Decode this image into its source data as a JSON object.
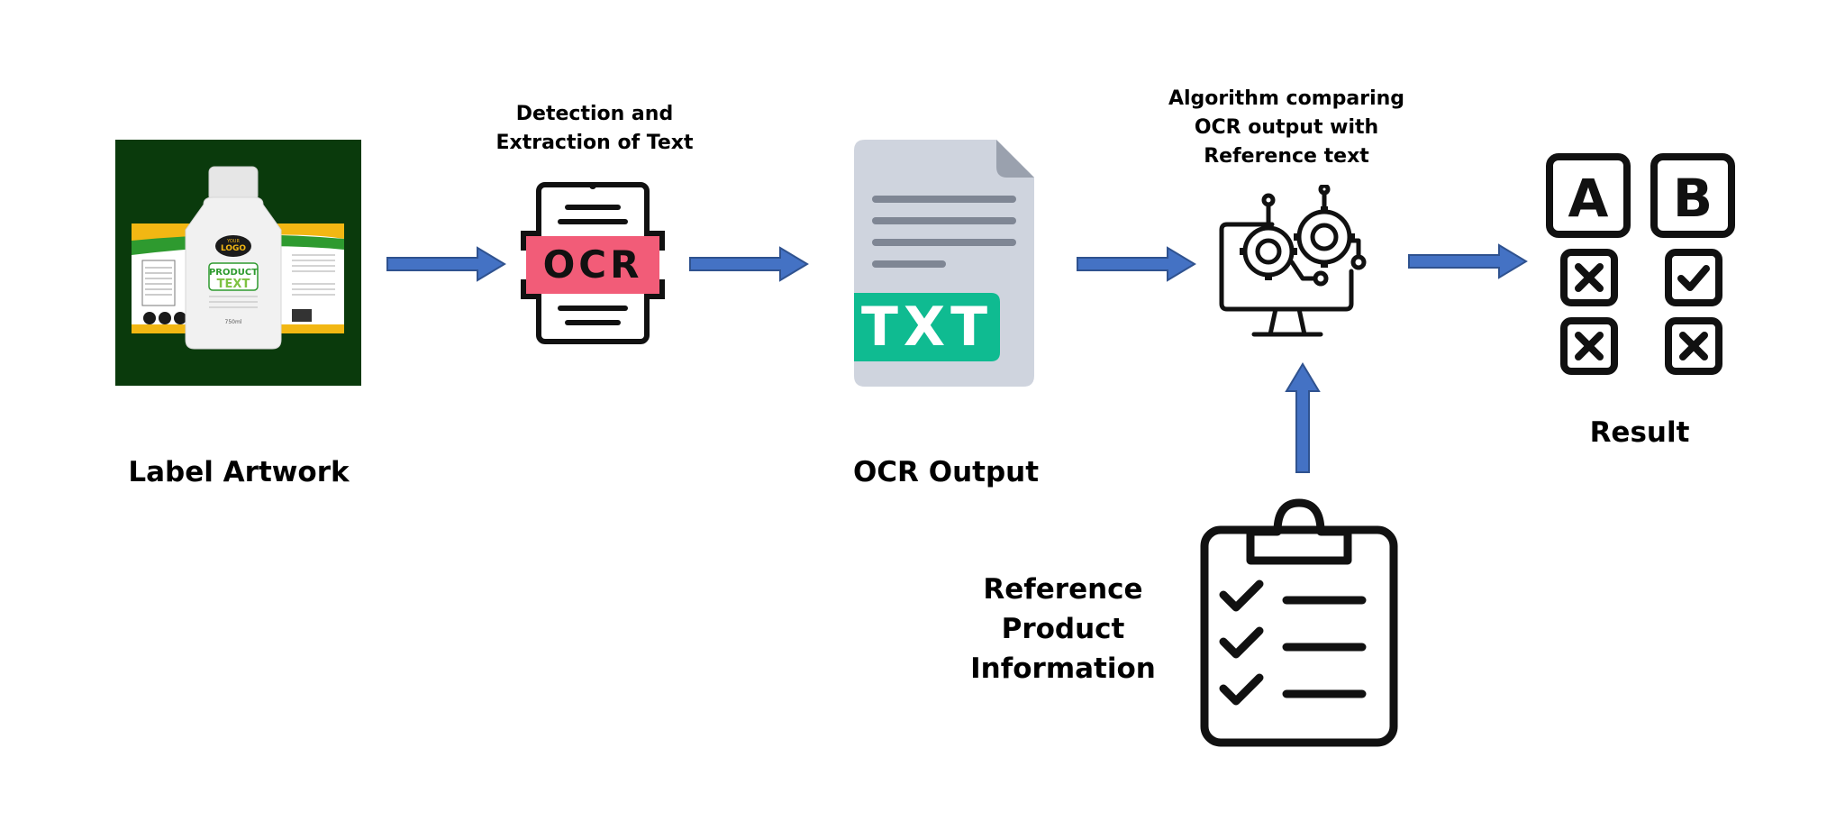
{
  "label_artwork": {
    "caption": "Label Artwork",
    "logo_small": "YOUR",
    "logo": "LOGO",
    "product_line1": "PRODUCT",
    "product_line2": "TEXT",
    "volume": "750ml",
    "colors": {
      "background": "#0a3a0c",
      "band_yellow": "#f2b713",
      "band_green": "#2e9a2f"
    }
  },
  "ocr_step": {
    "heading": [
      "Detection and",
      "Extraction of Text"
    ],
    "icon_text": "OCR",
    "colors": {
      "highlight": "#f25c78"
    }
  },
  "ocr_output": {
    "caption": "OCR Output",
    "icon_text": "TXT",
    "colors": {
      "doc": "#cfd4de",
      "fold": "#9aa1ae",
      "lines": "#7f8694",
      "badge": "#0fbb91"
    }
  },
  "algorithm": {
    "heading": [
      "Algorithm comparing",
      "OCR output with",
      "Reference text"
    ]
  },
  "reference": {
    "caption": [
      "Reference",
      "Product",
      "Information"
    ]
  },
  "result": {
    "caption": "Result",
    "options": [
      "A",
      "B"
    ]
  },
  "arrow_color": "#4472c4",
  "icons": [
    "label-artwork-image",
    "ocr-scan-icon",
    "txt-file-icon",
    "computer-gears-icon",
    "clipboard-checklist-icon",
    "ab-checkbox-icon"
  ]
}
